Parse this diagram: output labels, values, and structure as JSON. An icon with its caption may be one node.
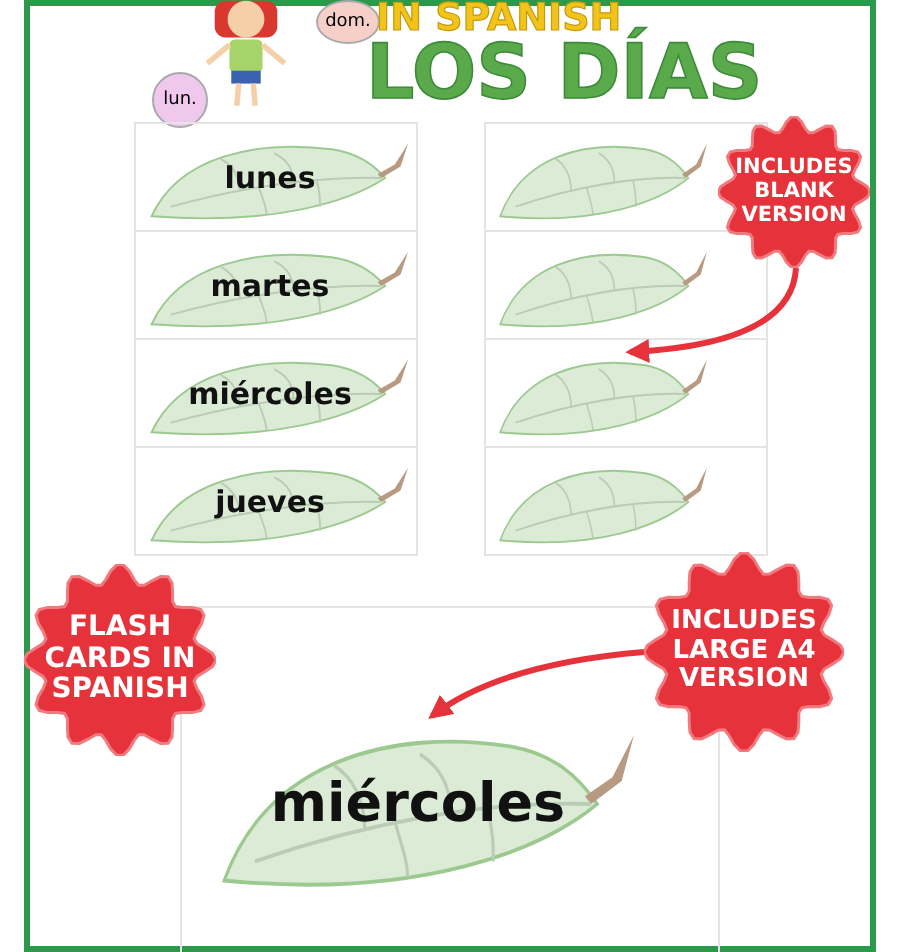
{
  "diagram": {
    "title": "LOS DÍAS",
    "nodes": [
      {
        "text": [
          "lunes"
        ]
      },
      {
        "text": [
          "martes"
        ]
      },
      {
        "text": [
          "miércoles"
        ]
      },
      {
        "text": [
          "jueves"
        ]
      },
      {
        "text": [],
        "shape": "picture"
      },
      {
        "text": [],
        "shape": "picture"
      },
      {
        "text": [],
        "shape": "picture"
      },
      {
        "text": [],
        "shape": "picture"
      },
      {
        "text": [
          "INCLUDES BLANK VERSION"
        ]
      },
      {
        "text": [
          "FLASH CARDS IN SPANISH"
        ]
      },
      {
        "text": [
          "INCLUDES LARGE A4 VERSION"
        ]
      },
      {
        "text": [
          "miércoles"
        ]
      }
    ],
    "edges": [
      {
        "from": 8,
        "to": 6,
        "arrow": "to"
      },
      {
        "from": 10,
        "to": 11,
        "arrow": "to"
      }
    ],
    "labels": [
      "lun.",
      "dom.",
      "IN SPANISH"
    ]
  }
}
